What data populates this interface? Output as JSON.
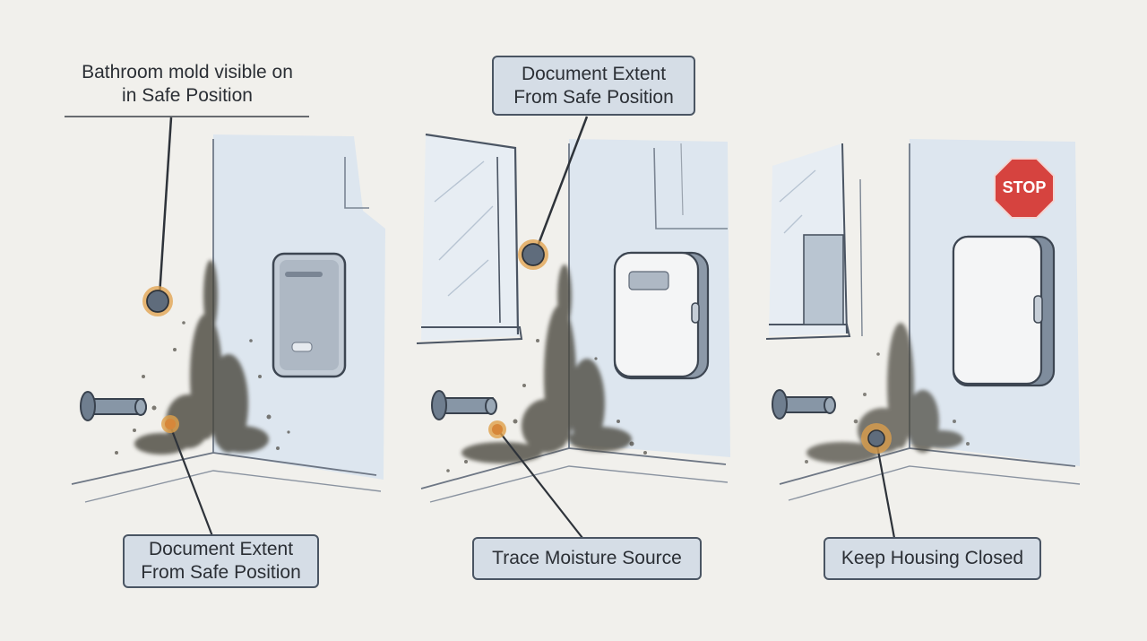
{
  "callouts": {
    "panel1_top": {
      "line1": "Bathroom mold visible on",
      "line2": "in Safe Position"
    },
    "panel1_bottom": {
      "line1": "Document Extent",
      "line2": "From Safe Position"
    },
    "panel2_top": {
      "line1": "Document Extent",
      "line2": "From Safe Position"
    },
    "panel2_bottom": {
      "line1": "Trace Moisture Source"
    },
    "panel3_bottom": {
      "line1": "Keep Housing Closed"
    }
  },
  "stop_sign": {
    "label": "STOP",
    "color": "#d6433f"
  },
  "colors": {
    "background": "#f1f0ec",
    "wall": "#dbe4ee",
    "mold": "#4a463c",
    "marker": "#e0a04a",
    "outline": "#4a5563"
  },
  "icons": [
    "faucet-icon",
    "device-housing-icon",
    "stop-sign-icon",
    "marker-dot-icon"
  ]
}
